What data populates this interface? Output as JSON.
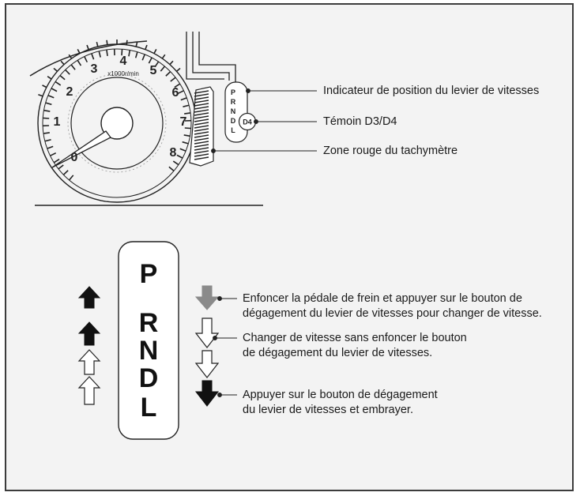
{
  "gauge": {
    "unit": "x1000r/min",
    "numerals": [
      "0",
      "1",
      "2",
      "3",
      "4",
      "5",
      "6",
      "7",
      "8"
    ]
  },
  "indicator_panel": {
    "letters": [
      "P",
      "R",
      "N",
      "D",
      "L"
    ],
    "badge": "D4"
  },
  "gauge_callouts": {
    "position_indicator": "Indicateur de position du levier de vitesses",
    "d3_d4": "Témoin D3/D4",
    "red_zone": "Zone rouge du tachymètre"
  },
  "shift_gate": {
    "letters": [
      "P",
      "R",
      "N",
      "D",
      "L"
    ]
  },
  "legend": {
    "brake_line1": "Enfoncer la pédale de frein et appuyer sur le bouton de",
    "brake_line2": "dégagement du levier de vitesses pour changer de vitesse.",
    "free_line1": "Changer de vitesse sans enfoncer le bouton",
    "free_line2": "de dégagement du levier de vitesses.",
    "release_line1": "Appuyer sur le bouton de dégagement",
    "release_line2": "du levier de vitesses et embrayer."
  },
  "colors": {
    "frame_bg": "#f3f3f3",
    "dark_arrow": "#111111",
    "grey_arrow": "#8a8a8a",
    "line": "#222222"
  }
}
